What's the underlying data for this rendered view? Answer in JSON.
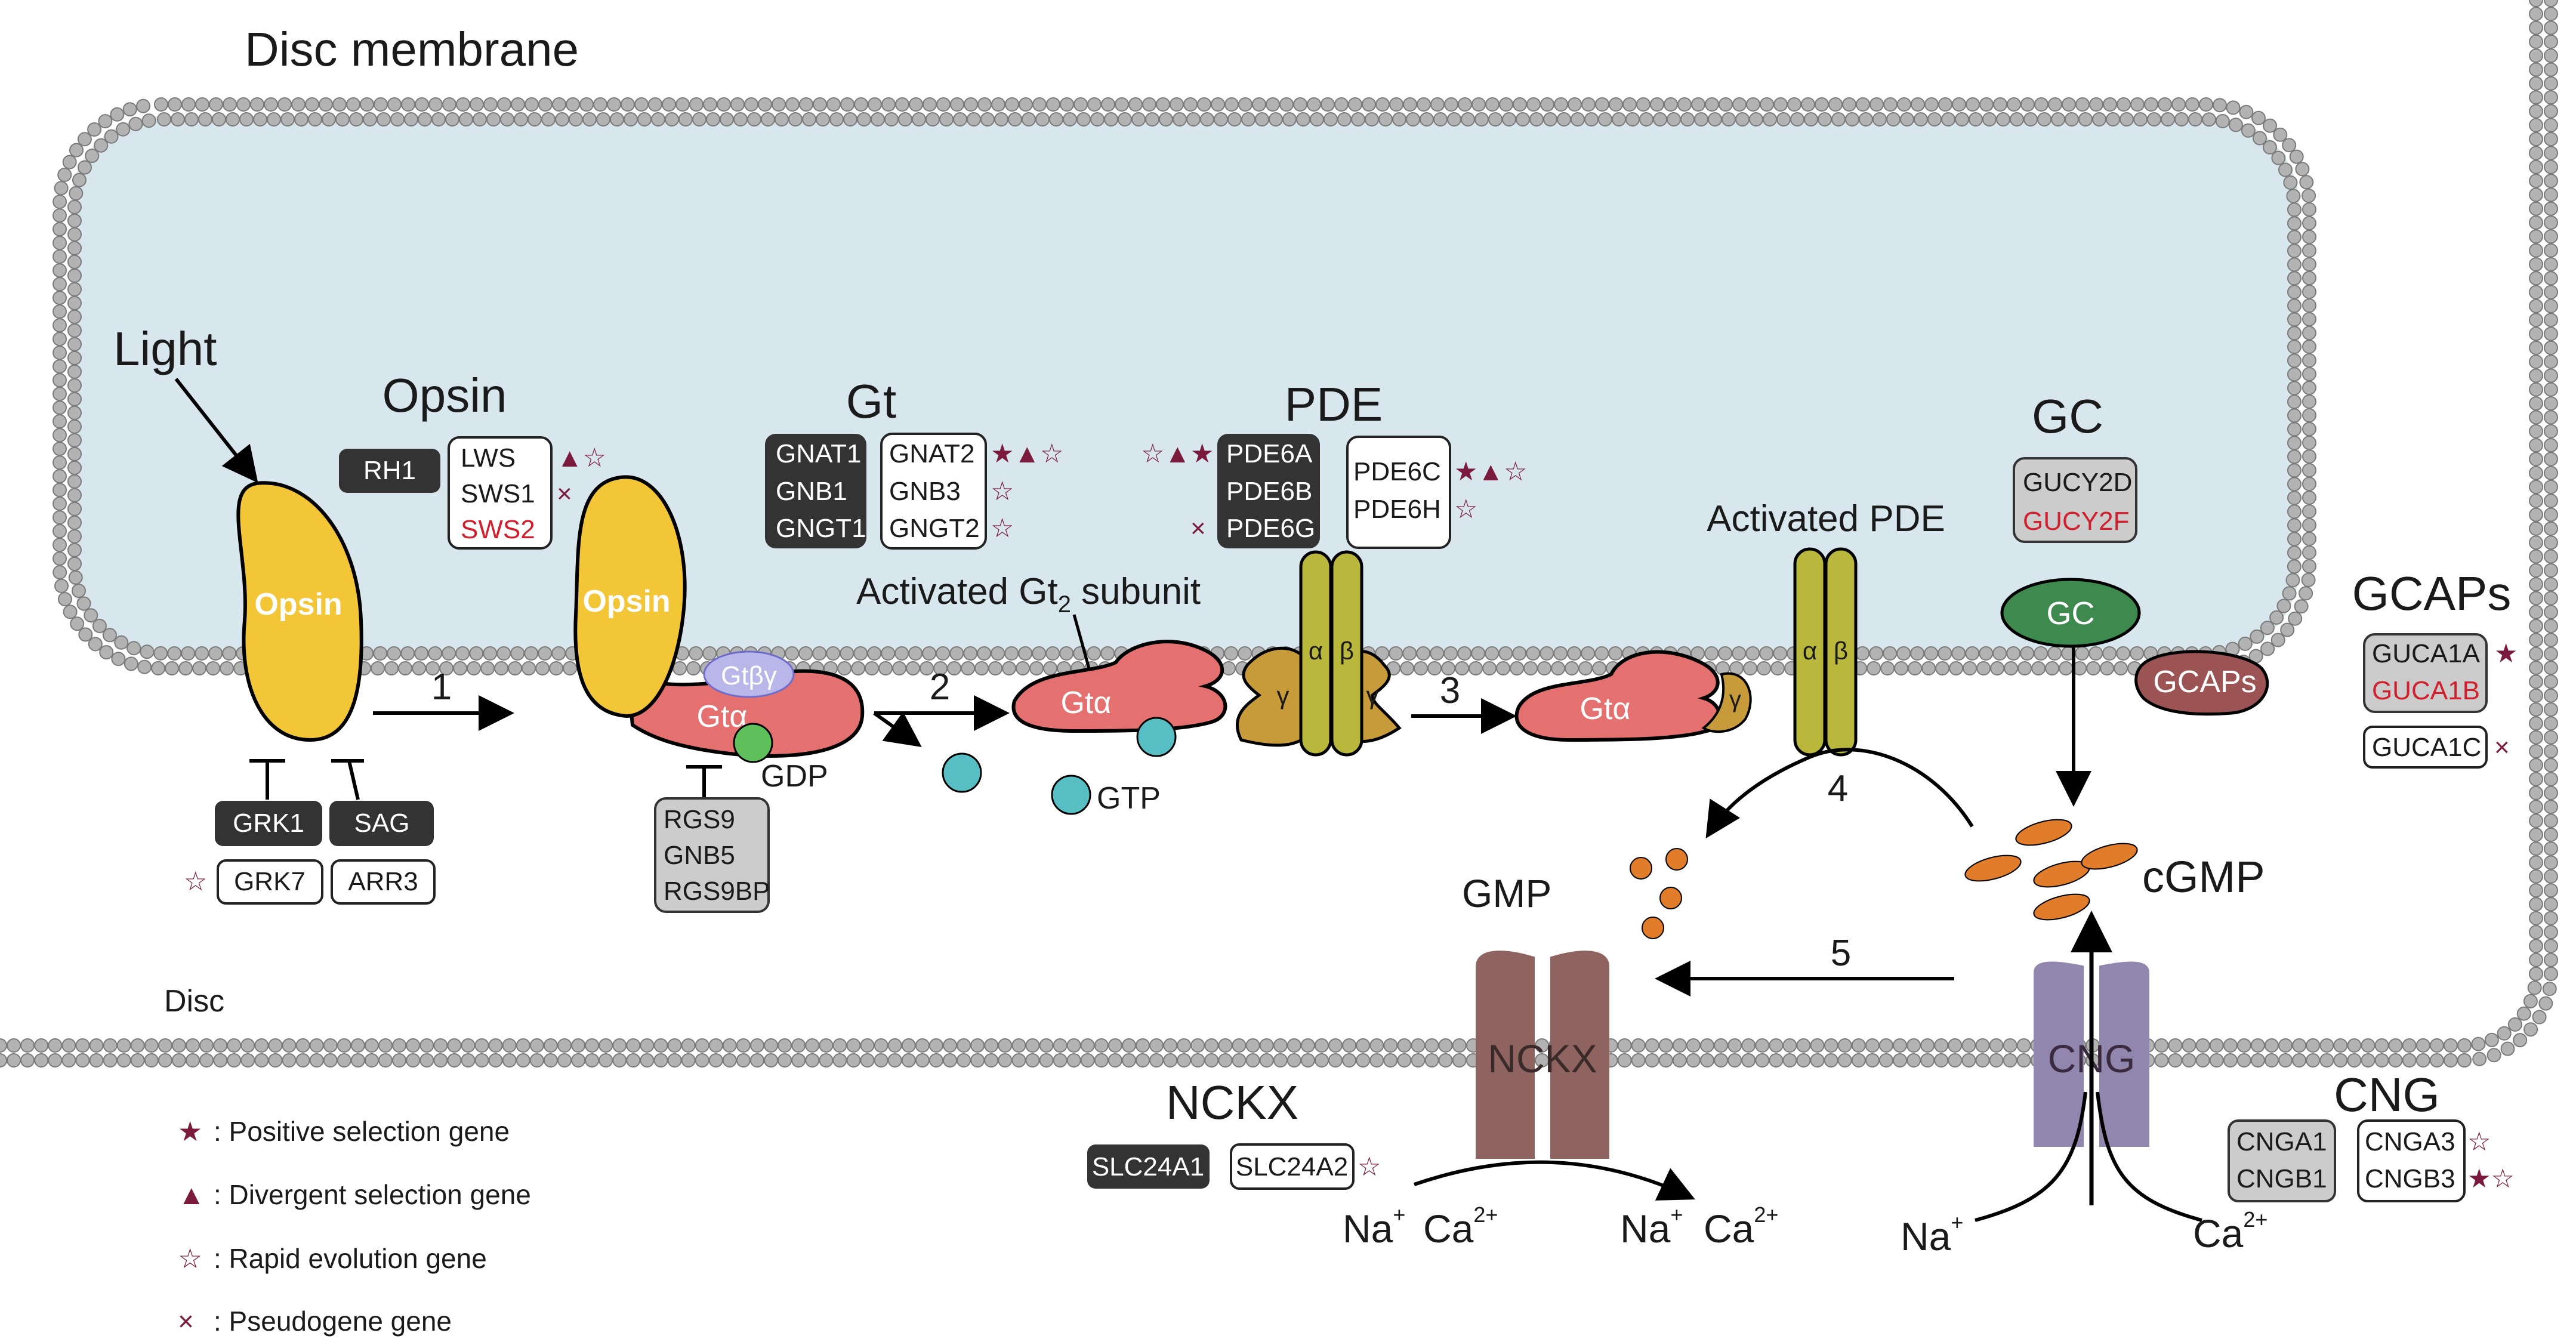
{
  "labels": {
    "disc_membrane": "Disc membrane",
    "disc": "Disc",
    "light": "Light",
    "opsin_title": "Opsin",
    "gt_title": "Gt",
    "pde_title": "PDE",
    "gc_title": "GC",
    "gcaps_title": "GCAPs",
    "nckx_title": "NCKX",
    "cng_title": "CNG",
    "activated_gt_pre": "Activated Gt",
    "activated_gt_sub": "2",
    "activated_gt_post": " subunit",
    "activated_pde": "Activated PDE",
    "gdp": "GDP",
    "gtp": "GTP",
    "gmp": "GMP",
    "cgmp": "cGMP"
  },
  "steps": [
    "1",
    "2",
    "3",
    "4",
    "5"
  ],
  "shapes": {
    "opsin1": "Opsin",
    "opsin2": "Opsin",
    "gt_beta_gamma": "Gtβγ",
    "gt_alpha_1": "Gtα",
    "gt_alpha_2": "Gtα",
    "gt_alpha_3": "Gtα",
    "alpha": "α",
    "beta": "β",
    "gamma": "γ",
    "gc": "GC",
    "gcaps": "GCAPs",
    "nckx": "NCKX",
    "cng": "CNG"
  },
  "ions": {
    "na": "Na",
    "na_sup": "+",
    "ca": "Ca",
    "ca_sup": "2+"
  },
  "genes": {
    "rh1": "RH1",
    "lws": "LWS",
    "sws1": "SWS1",
    "sws2": "SWS2",
    "gnat1": "GNAT1",
    "gnb1": "GNB1",
    "gngt1": "GNGT1",
    "gnat2": "GNAT2",
    "gnb3": "GNB3",
    "gngt2": "GNGT2",
    "pde6a": "PDE6A",
    "pde6b": "PDE6B",
    "pde6g": "PDE6G",
    "pde6c": "PDE6C",
    "pde6h": "PDE6H",
    "gucy2d": "GUCY2D",
    "gucy2f": "GUCY2F",
    "guca1a": "GUCA1A",
    "guca1b": "GUCA1B",
    "guca1c": "GUCA1C",
    "grk1": "GRK1",
    "sag": "SAG",
    "grk7": "GRK7",
    "arr3": "ARR3",
    "rgs9": "RGS9",
    "gnb5": "GNB5",
    "rgs9bp": "RGS9BP",
    "slc24a1": "SLC24A1",
    "slc24a2": "SLC24A2",
    "cnga1": "CNGA1",
    "cngb1": "CNGB1",
    "cnga3": "CNGA3",
    "cngb3": "CNGB3"
  },
  "markers": {
    "lws": "▲☆",
    "sws1": "×",
    "gnat2": "★▲☆",
    "gnb3": "☆",
    "gngt2": "☆",
    "pde6a": "☆▲★",
    "pde6g": "×",
    "pde6c": "★▲☆",
    "pde6h": "☆",
    "guca1a": "★",
    "guca1c": "×",
    "grk7": "☆",
    "slc24a2": "☆",
    "cnga3": "☆",
    "cngb3": "★☆"
  },
  "legend": [
    {
      "symbol": "★",
      "text": ": Positive selection gene"
    },
    {
      "symbol": "▲",
      "text": ": Divergent selection gene"
    },
    {
      "symbol": "☆",
      "text": ": Rapid evolution gene"
    },
    {
      "symbol": "×",
      "text": ": Pseudogene gene"
    }
  ],
  "colors": {
    "disc_fill": "#d8e7ee",
    "membrane_bead": "#b3b3b3",
    "opsin": "#f2c637",
    "gt_alpha": "#e4706f",
    "gt_beta_gamma": "#b9b7ea",
    "gdp": "#5fbf5a",
    "gtp": "#57bfc3",
    "pde_subunit": "#b9b83d",
    "pde_gamma": "#c79a3a",
    "gc": "#3e8a4e",
    "gcaps": "#9c5353",
    "nckx": "#8e6360",
    "cng": "#9186ae",
    "cgmp": "#e07c2a",
    "dark_box": "#333333",
    "grey_box": "#cccccc",
    "marker": "#7a1a3d",
    "red_text": "#d0202e"
  }
}
